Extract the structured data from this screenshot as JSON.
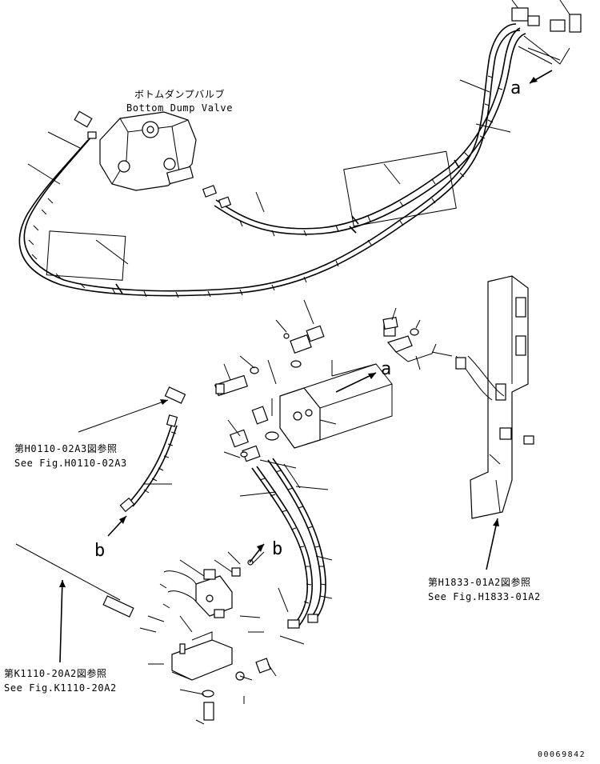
{
  "labels": {
    "valve_jp": "ボトムダンプバルブ",
    "valve_en": "Bottom Dump Valve",
    "ref_h0110_jp": "第H0110-02A3図参照",
    "ref_h0110_en": "See Fig.H0110-02A3",
    "ref_h1833_jp": "第H1833-01A2図参照",
    "ref_h1833_en": "See Fig.H1833-01A2",
    "ref_k1110_jp": "第K1110-20A2図参照",
    "ref_k1110_en": "See Fig.K1110-20A2",
    "marker_a": "a",
    "marker_b": "b",
    "drawing_number": "00069842"
  },
  "icons": [
    "bottom-dump-valve-icon",
    "valve-block-icon",
    "bracket-frame-icon",
    "hose-icon",
    "bolt-icon",
    "elbow-fitting-icon",
    "small-bracket-icon",
    "flow-block-icon"
  ]
}
